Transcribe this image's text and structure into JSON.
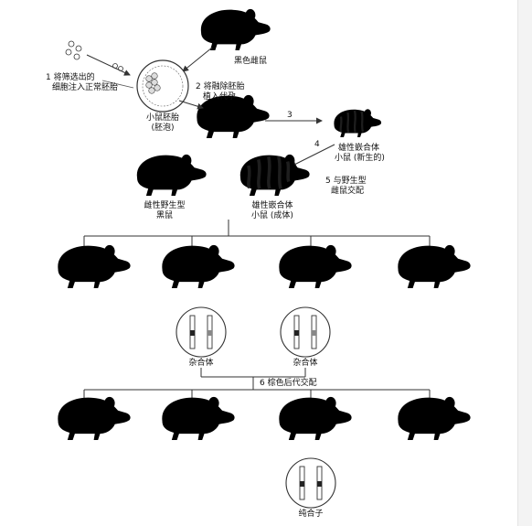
{
  "colors": {
    "black_mouse": "#2b2b2b",
    "white_mouse_fill": "#f4f4f4",
    "white_mouse_stroke": "#555555",
    "line": "#333333",
    "stripe": "#1e1e1e"
  },
  "labels": {
    "black_female": "黑色雌鼠",
    "step1_line1": "1 将筛选出的",
    "step1_line2": "细胞注入正常胚胎",
    "embryo_line1": "小鼠胚胎",
    "embryo_line2": "(胚泡)",
    "step2_line1": "2 将融除胚胎",
    "step2_line2": "植入代孕",
    "step3": "3",
    "step4": "4",
    "chimera_newborn_line1": "雄性嵌合体",
    "chimera_newborn_line2": "小鼠 (新生的)",
    "step5_line1": "5 与野生型",
    "step5_line2": "雌鼠交配",
    "wild_female_line1": "雌性野生型",
    "wild_female_line2": "黑鼠",
    "chimera_adult_line1": "雄性嵌合体",
    "chimera_adult_line2": "小鼠 (成体)",
    "heterozygote_1": "杂合体",
    "heterozygote_2": "杂合体",
    "step6": "6 棕色后代交配",
    "homozygote": "纯合子"
  }
}
